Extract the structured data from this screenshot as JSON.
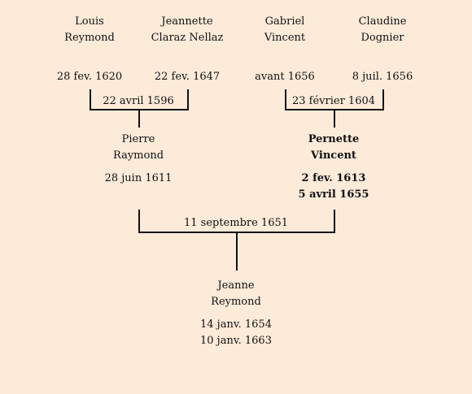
{
  "grandparents": [
    {
      "first": "Louis",
      "last": "Reymond",
      "date": "28 fev. 1620"
    },
    {
      "first": "Jeannette",
      "last": "Claraz Nellaz",
      "date": "22 fev. 1647"
    },
    {
      "first": "Gabriel",
      "last": "Vincent",
      "date": "avant 1656"
    },
    {
      "first": "Claudine",
      "last": "Dognier",
      "date": "8 juil. 1656"
    }
  ],
  "marriages": {
    "left": "22 avril 1596",
    "right": "23 février 1604",
    "center": "11 septembre 1651"
  },
  "parents": [
    {
      "first": "Pierre",
      "last": "Raymond",
      "dates": [
        "28 juin 1611"
      ]
    },
    {
      "first": "Pernette",
      "last": "Vincent",
      "dates": [
        "2 fev. 1613",
        "5 avril 1655"
      ]
    }
  ],
  "child": {
    "first": "Jeanne",
    "last": "Reymond",
    "dates": [
      "14 janv. 1654",
      "10 janv. 1663"
    ]
  }
}
